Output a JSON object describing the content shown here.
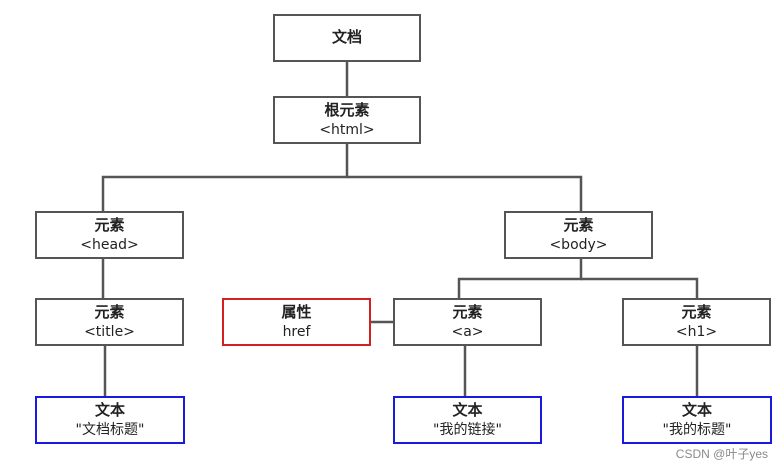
{
  "nodes": {
    "document": {
      "title": "文档"
    },
    "root": {
      "title": "根元素",
      "tag": "<html>"
    },
    "head": {
      "title": "元素",
      "tag": "<head>"
    },
    "body": {
      "title": "元素",
      "tag": "<body>"
    },
    "title": {
      "title": "元素",
      "tag": "<title>"
    },
    "attr": {
      "title": "属性",
      "tag": "href"
    },
    "a": {
      "title": "元素",
      "tag": "<a>"
    },
    "h1": {
      "title": "元素",
      "tag": "<h1>"
    },
    "text_title": {
      "title": "文本",
      "value": "\"文档标题\""
    },
    "text_a": {
      "title": "文本",
      "value": "\"我的链接\""
    },
    "text_h1": {
      "title": "文本",
      "value": "\"我的标题\""
    }
  },
  "watermark": "CSDN @叶子yes",
  "colors": {
    "element_border": "#555555",
    "attribute_border": "#d42020",
    "text_border": "#1a1adf",
    "connector": "#555555"
  }
}
